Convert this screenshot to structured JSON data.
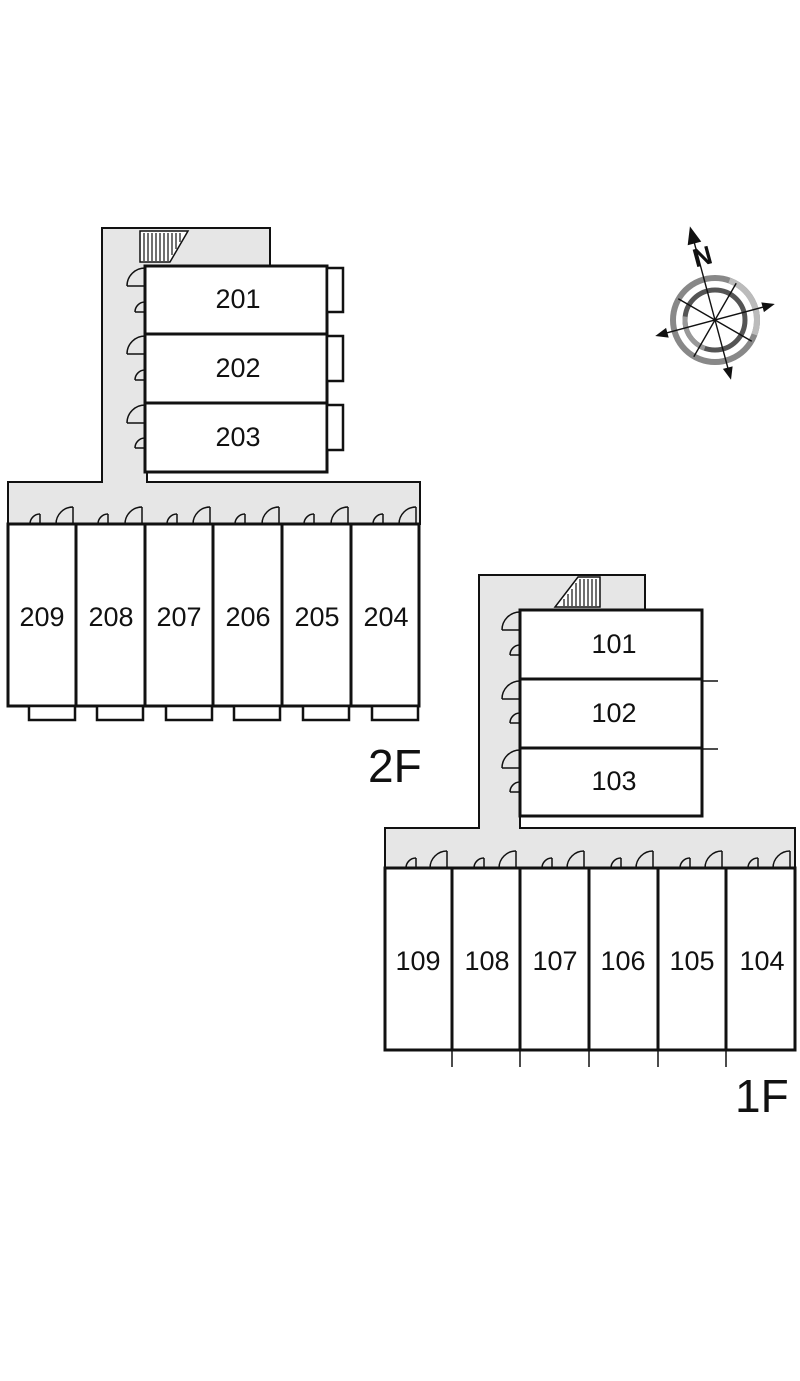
{
  "floors": [
    {
      "label": "2F",
      "stair_units": [
        "201",
        "202",
        "203"
      ],
      "row_units": [
        "209",
        "208",
        "207",
        "206",
        "205",
        "204"
      ]
    },
    {
      "label": "1F",
      "stair_units": [
        "101",
        "102",
        "103"
      ],
      "row_units": [
        "109",
        "108",
        "107",
        "106",
        "105",
        "104"
      ]
    }
  ],
  "compass": {
    "north_label": "N"
  }
}
